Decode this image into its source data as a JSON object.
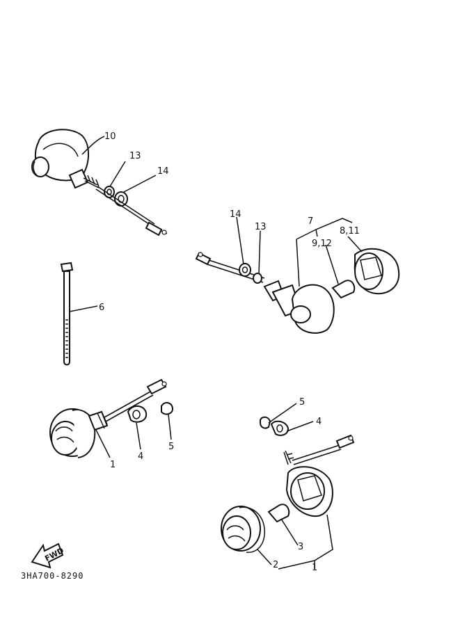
{
  "diagram": {
    "drawing_code": "3HA700-8290",
    "fwd_label": "FWD",
    "callouts": {
      "top_left_10": "10",
      "top_left_13": "13",
      "top_left_14": "14",
      "mid_14": "14",
      "mid_13": "13",
      "mid_7": "7",
      "mid_8_11": "8,11",
      "mid_9_12": "9,12",
      "tie_6": "6",
      "left_1": "1",
      "left_4": "4",
      "left_5": "5",
      "right_5": "5",
      "right_4": "4",
      "right_3": "3",
      "right_2": "2",
      "right_1": "1"
    }
  }
}
